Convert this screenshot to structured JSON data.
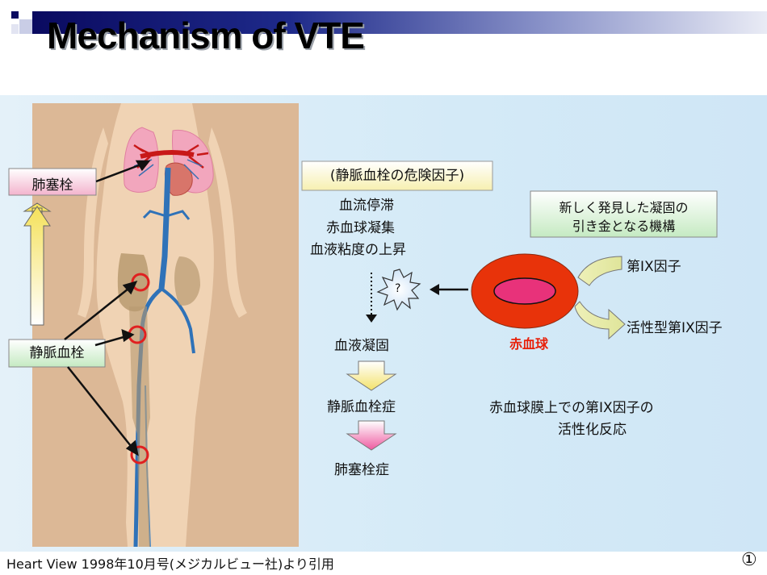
{
  "slide": {
    "title": "Mechanism of VTE",
    "footer": "Heart View 1998年10月号(メジカルビュー社)より引用",
    "page_number": "①"
  },
  "body_labels": {
    "pulmonary_embolism": "肺塞栓",
    "venous_thrombus": "静脈血栓"
  },
  "risk_factors": {
    "heading": "(静脈血栓の危険因子)",
    "items": [
      "血流停滞",
      "赤血球凝集",
      "血液粘度の上昇"
    ]
  },
  "new_mechanism": {
    "line1": "新しく発見した凝固の",
    "line2": "引き金となる機構"
  },
  "cascade": {
    "question": "?",
    "coagulation": "血液凝固",
    "thrombosis": "静脈血栓症",
    "embolism": "肺塞栓症"
  },
  "rbc": {
    "label": "赤血球",
    "factor_in": "第IX因子",
    "factor_out": "活性型第IX因子",
    "reaction_line1": "赤血球膜上での第IX因子の",
    "reaction_line2": "活性化反応"
  },
  "colors": {
    "header_bar_dark": "#0a0a60",
    "rbc_red": "#e8330a",
    "rbc_core": "#e8327a",
    "vein_blue": "#2f72b8",
    "lung_pink": "#f2a6bd",
    "body_tan": "#e8c4a0",
    "bone": "#b89a70",
    "label_red": "#e8200a"
  }
}
